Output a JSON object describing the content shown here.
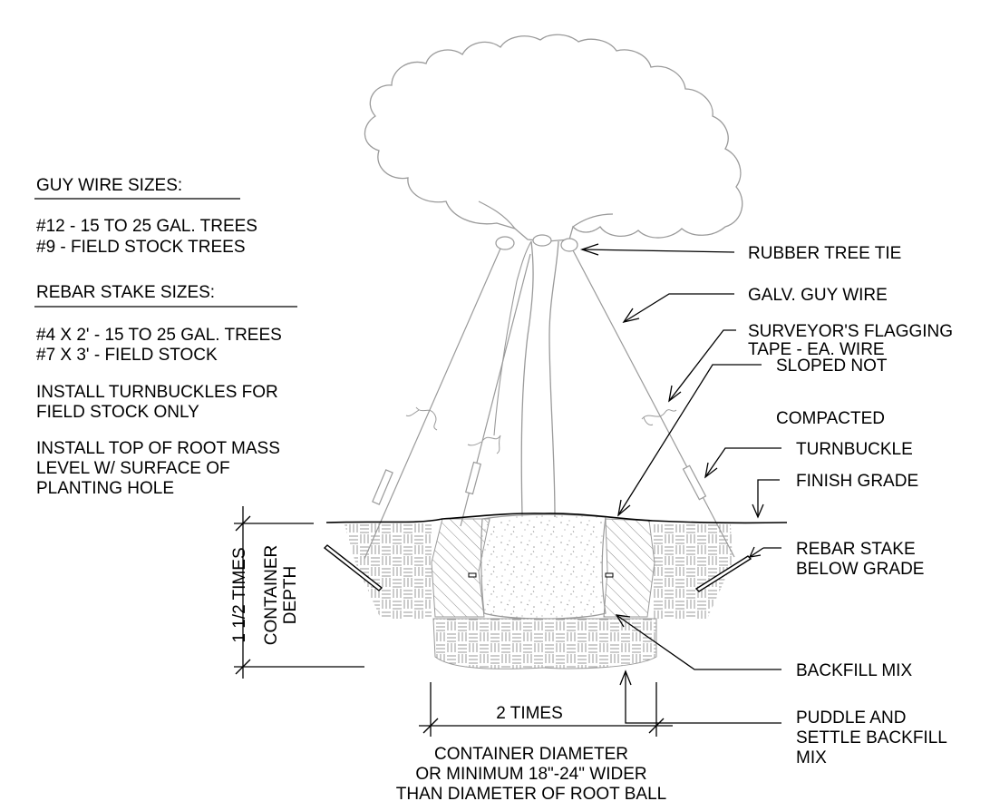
{
  "notes": {
    "guy_wire_heading": "GUY WIRE SIZES:",
    "guy_wire_line1": "#12 - 15 TO 25 GAL. TREES",
    "guy_wire_line2": "#9 - FIELD STOCK TREES",
    "rebar_heading": "REBAR STAKE SIZES:",
    "rebar_line1": "#4 X 2' - 15 TO 25 GAL. TREES",
    "rebar_line2": "#7 X 3' - FIELD STOCK",
    "turnbuckle_note_line1": "INSTALL TURNBUCKLES FOR",
    "turnbuckle_note_line2": "FIELD STOCK ONLY",
    "root_note_line1": "INSTALL TOP OF ROOT MASS",
    "root_note_line2": "LEVEL W/ SURFACE OF",
    "root_note_line3": "PLANTING HOLE"
  },
  "callouts": {
    "rubber_tree_tie": "RUBBER TREE TIE",
    "galv_guy_wire": "GALV. GUY WIRE",
    "flagging_line1": "SURVEYOR'S FLAGGING",
    "flagging_line2": "TAPE - EA. WIRE",
    "sloped_line1": "SLOPED NOT",
    "sloped_line2": "COMPACTED",
    "turnbuckle": "TURNBUCKLE",
    "finish_grade": "FINISH GRADE",
    "rebar_line1": "REBAR STAKE",
    "rebar_line2": "BELOW GRADE",
    "backfill_mix": "BACKFILL MIX",
    "puddle_line1": "PUDDLE AND",
    "puddle_line2": "SETTLE BACKFILL",
    "puddle_line3": "MIX"
  },
  "dimensions": {
    "depth_times": "1 1/2 TIMES",
    "depth_label1": "CONTAINER",
    "depth_label2": "DEPTH",
    "width_times": "2 TIMES",
    "width_line1": "CONTAINER DIAMETER",
    "width_line2": "OR MINIMUM 18\"-24\" WIDER",
    "width_line3": "THAN DIAMETER OF ROOT BALL"
  },
  "colors": {
    "ink": "#000000",
    "gray": "#9a9a9a",
    "hatch": "#8c8c8c"
  }
}
